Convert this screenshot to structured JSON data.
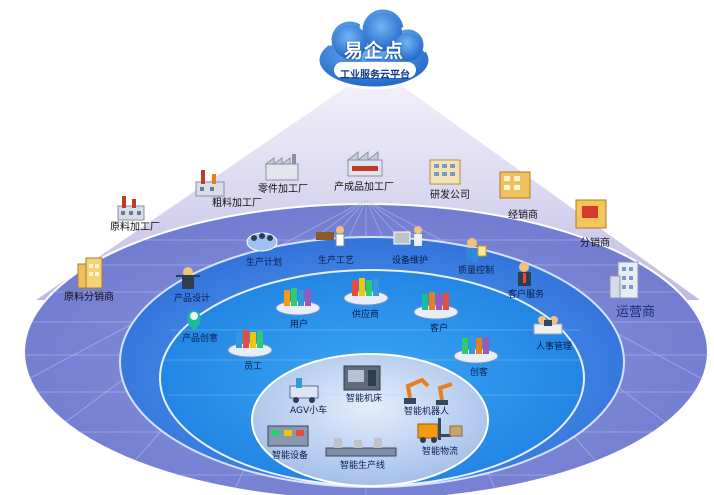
{
  "platform": {
    "logo_text": "易企点",
    "subtitle": "工业服务云平台"
  },
  "outer_ring": {
    "items": [
      "原料加工厂",
      "粗料加工厂",
      "零件加工厂",
      "产成品加工厂",
      "研发公司",
      "经销商",
      "分销商",
      "运营商",
      "原料分销商"
    ]
  },
  "middle_ring": {
    "items": [
      "生产计划",
      "生产工艺",
      "设备维护",
      "质量控制",
      "客户服务",
      "人事管理",
      "产品设计",
      "产品创意"
    ]
  },
  "inner_ring": {
    "items": [
      "用户",
      "供应商",
      "客户",
      "员工",
      "创客"
    ]
  },
  "core": {
    "items": [
      "AGV小车",
      "智能机床",
      "智能机器人",
      "智能设备",
      "智能生产线",
      "智能物流"
    ]
  },
  "colors": {
    "cloud": "#2f7fd8",
    "outer_disc": "#8f9be0",
    "middle_disc": "#5b8fe6",
    "inner_disc": "#2f8ee8",
    "core_disc": "#b4ccee",
    "cone": "#c9c6ea"
  }
}
